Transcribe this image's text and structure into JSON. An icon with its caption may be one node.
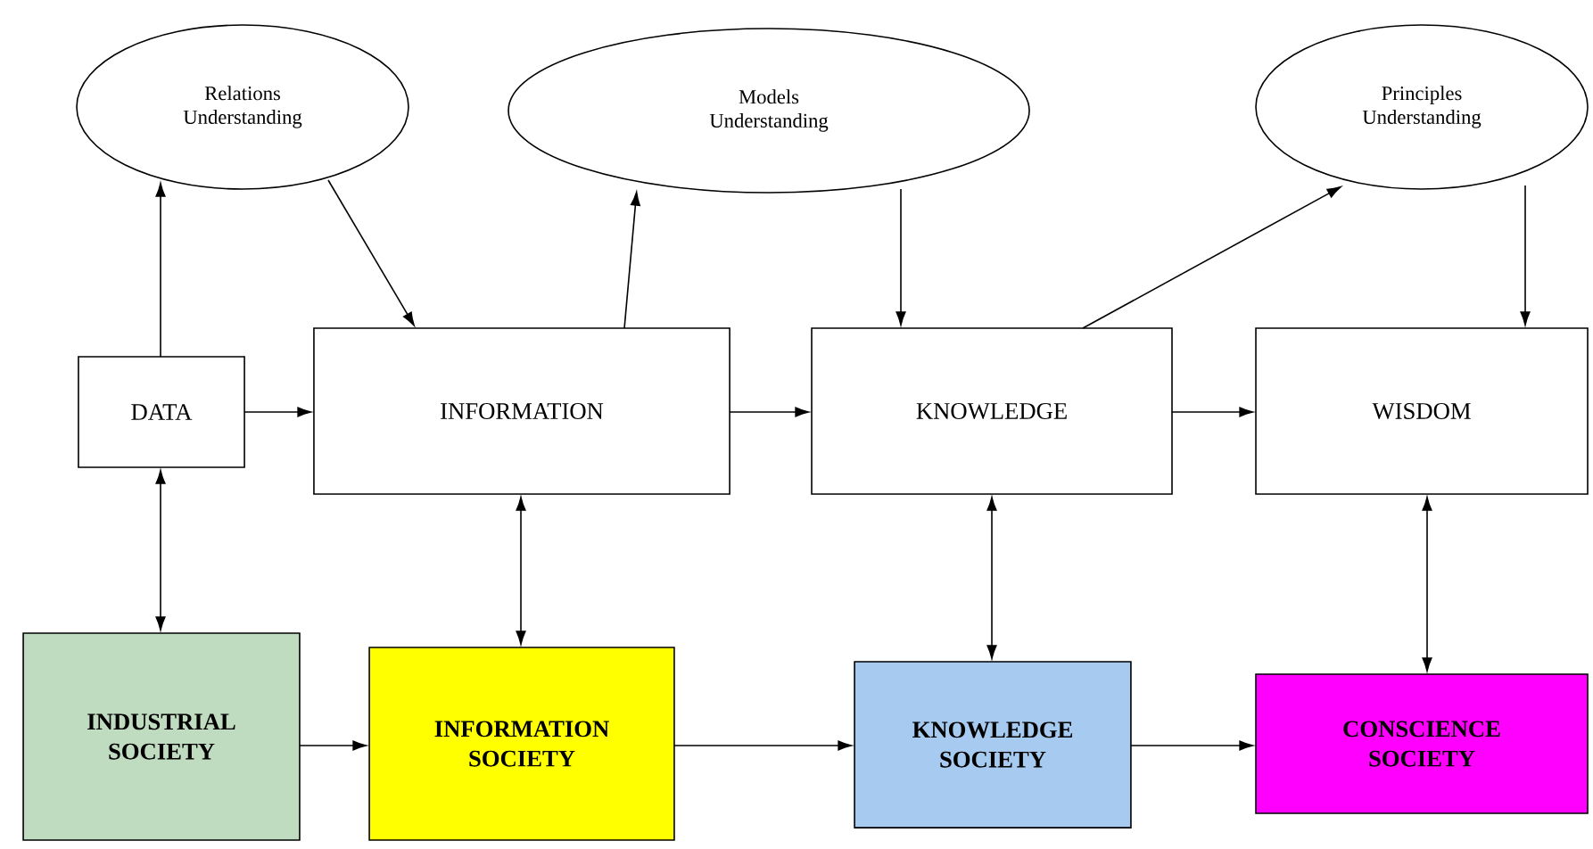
{
  "diagram": {
    "nodes": [
      {
        "text": [
          "Relations Understanding"
        ]
      },
      {
        "text": [
          "Models Understanding"
        ]
      },
      {
        "text": [
          "Principles Understanding"
        ]
      },
      {
        "text": [
          "DATA"
        ]
      },
      {
        "text": [
          "INFORMATION"
        ]
      },
      {
        "text": [
          "KNOWLEDGE"
        ]
      },
      {
        "text": [
          "WISDOM"
        ]
      },
      {
        "text": [
          "INDUSTRIAL SOCIETY"
        ]
      },
      {
        "text": [
          "INFORMATION SOCIETY"
        ]
      },
      {
        "text": [
          "KNOWLEDGE SOCIETY"
        ]
      },
      {
        "text": [
          "CONSCIENCE SOCIETY"
        ]
      }
    ],
    "edges": [
      {
        "from": 3,
        "to": 0,
        "arrow": "to"
      },
      {
        "from": 0,
        "to": 4,
        "arrow": "to"
      },
      {
        "from": 4,
        "to": 1,
        "arrow": "to"
      },
      {
        "from": 1,
        "to": 5,
        "arrow": "to"
      },
      {
        "from": 5,
        "to": 2,
        "arrow": "to"
      },
      {
        "from": 2,
        "to": 6,
        "arrow": "to"
      },
      {
        "from": 3,
        "to": 4,
        "arrow": "to"
      },
      {
        "from": 4,
        "to": 5,
        "arrow": "to"
      },
      {
        "from": 5,
        "to": 6,
        "arrow": "to"
      },
      {
        "from": 3,
        "to": 7,
        "arrow": "both"
      },
      {
        "from": 4,
        "to": 8,
        "arrow": "both"
      },
      {
        "from": 5,
        "to": 9,
        "arrow": "both"
      },
      {
        "from": 6,
        "to": 10,
        "arrow": "both"
      },
      {
        "from": 7,
        "to": 8,
        "arrow": "to"
      },
      {
        "from": 8,
        "to": 9,
        "arrow": "to"
      },
      {
        "from": 9,
        "to": 10,
        "arrow": "to"
      }
    ]
  }
}
